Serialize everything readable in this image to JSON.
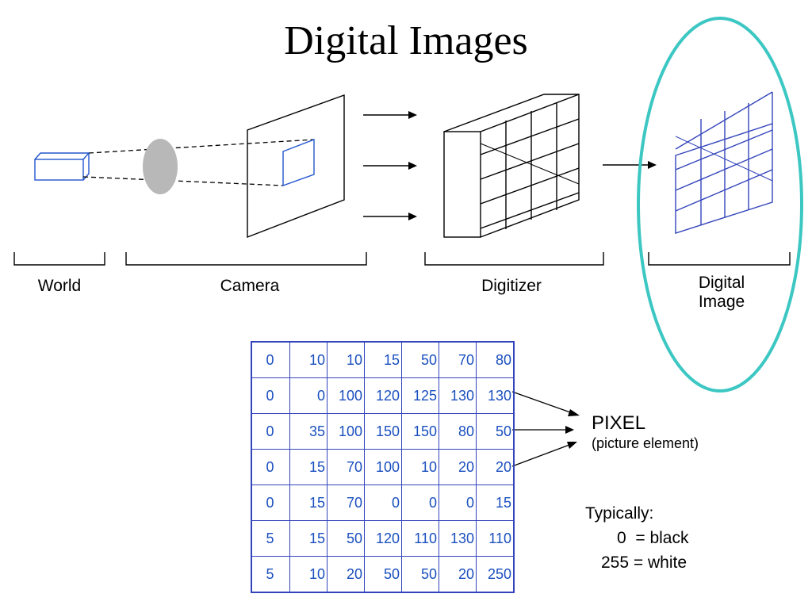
{
  "title": "Digital Images",
  "stages": {
    "world": "World",
    "camera": "Camera",
    "digitizer": "Digitizer",
    "digital_image_line1": "Digital",
    "digital_image_line2": "Image"
  },
  "pixel_values": [
    [
      "0",
      "10",
      "10",
      "15",
      "50",
      "70",
      "80"
    ],
    [
      "0",
      "0",
      "100",
      "120",
      "125",
      "130",
      "130"
    ],
    [
      "0",
      "35",
      "100",
      "150",
      "150",
      "80",
      "50"
    ],
    [
      "0",
      "15",
      "70",
      "100",
      "10",
      "20",
      "20"
    ],
    [
      "0",
      "15",
      "70",
      "0",
      "0",
      "0",
      "15"
    ],
    [
      "5",
      "15",
      "50",
      "120",
      "110",
      "130",
      "110"
    ],
    [
      "5",
      "10",
      "20",
      "50",
      "50",
      "20",
      "250"
    ]
  ],
  "pixel": {
    "heading": "PIXEL",
    "subtitle": "(picture element)"
  },
  "typically": {
    "heading": "Typically:",
    "line1": "0  = black",
    "line2": "255 = white"
  },
  "colors": {
    "highlight_ring": "#3cc7c3",
    "grid_blue": "#3344bb",
    "value_blue": "#1a4fbf",
    "lens_gray": "#b8b8b8"
  }
}
